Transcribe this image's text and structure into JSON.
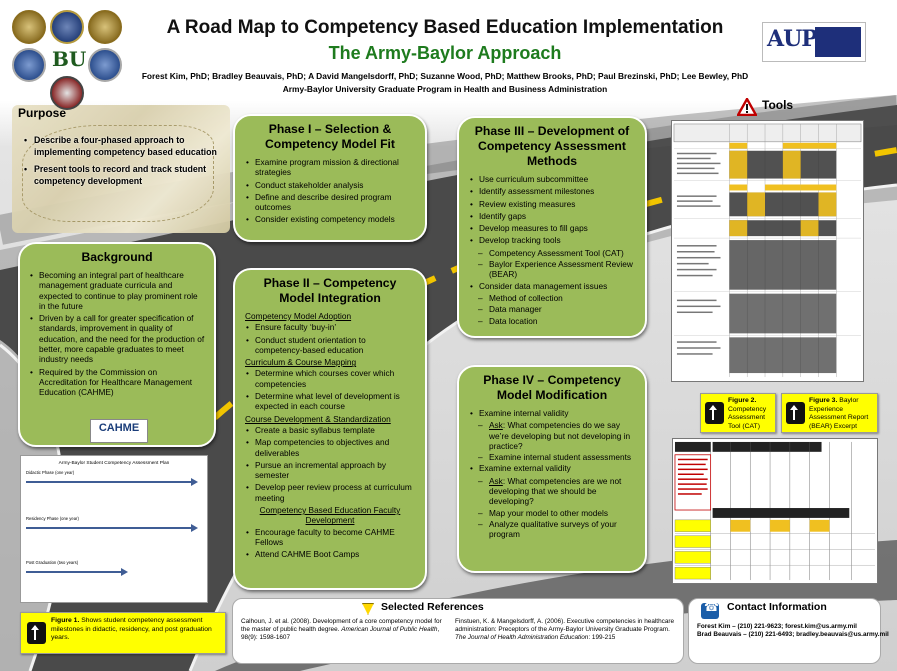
{
  "header": {
    "title": "A Road Map to Competency Based Education Implementation",
    "subtitle": "The Army-Baylor Approach",
    "authors": "Forest Kim, PhD; Bradley Beauvais, PhD; A David Mangelsdorff, PhD; Suzanne Wood, PhD; Matthew Brooks, PhD; Paul Brezinski, PhD; Lee Bewley, PhD",
    "program": "Army-Baylor University Graduate Program in Health and Business Administration",
    "aupha_logo": "AUPHA"
  },
  "purpose": {
    "title": "Purpose",
    "items": [
      "Describe a four-phased approach to implementing competency based education",
      "Present tools to record and track student competency development"
    ]
  },
  "background": {
    "title": "Background",
    "items": [
      "Becoming an integral part of healthcare management graduate curricula and expected to continue to play prominent role in the future",
      "Driven by a call for greater specification of standards, improvement in quality of education, and the need for the production of better, more capable graduates to meet industry needs",
      "Required by the Commission on Accreditation for Healthcare Management Education (CAHME)"
    ],
    "logo": "CAHME"
  },
  "phase1": {
    "title": "Phase I – Selection & Competency Model Fit",
    "items": [
      "Examine program mission & directional strategies",
      "Conduct stakeholder analysis",
      "Define and describe desired program outcomes",
      "Consider existing competency models"
    ]
  },
  "phase2": {
    "title": "Phase II – Competency Model Integration",
    "sections": [
      {
        "heading": "Competency Model Adoption",
        "items": [
          "Ensure faculty ‘buy-in’",
          "Conduct student orientation to competency-based education"
        ]
      },
      {
        "heading": "Curriculum & Course Mapping",
        "items": [
          "Determine which courses cover which competencies",
          "Determine what level of development is expected in each course"
        ]
      },
      {
        "heading": "Course Development & Standardization",
        "items": [
          "Create a basic syllabus template",
          "Map competencies to objectives and deliverables",
          "Pursue an incremental approach by semester",
          "Develop peer review process at curriculum meeting"
        ]
      },
      {
        "heading": "Competency Based Education Faculty Development",
        "items": [
          "Encourage faculty to become CAHME Fellows",
          "Attend CAHME Boot Camps"
        ]
      }
    ]
  },
  "phase3": {
    "title": "Phase III – Development of Competency Assessment Methods",
    "items": [
      "Use curriculum subcommittee",
      "Identify assessment milestones",
      "Review existing measures",
      "Identify gaps",
      "Develop measures to fill gaps",
      "Develop tracking tools"
    ],
    "tools_sub": [
      "Competency Assessment Tool (CAT)",
      "Baylor Experience Assessment Review (BEAR)"
    ],
    "data_item": "Consider data management issues",
    "data_sub": [
      "Method of collection",
      "Data manager",
      "Data location"
    ]
  },
  "phase4": {
    "title": "Phase IV – Competency Model Modification",
    "item1": "Examine internal validity",
    "ask_label": "Ask",
    "ask1": ": What competencies do we say we’re developing but not developing in practice?",
    "sub1b": "Examine internal student assessments",
    "item2": "Examine external validity",
    "ask2": ": What competencies are we not developing that we should be developing?",
    "sub2b": "Map your model to other models",
    "sub2c": "Analyze qualitative surveys of your program"
  },
  "figure1": {
    "image_title": "Army-Baylor Student Competency Assessment Plan",
    "rows": [
      "Didactic Phase (one year)",
      "Residency Phase (one year)",
      "Post Graduation (two years)"
    ],
    "label": "Figure 1.",
    "caption": " Shows student competency assessment milestones in didactic, residency, and post graduation years."
  },
  "tools": {
    "title": "Tools",
    "figure2_label": "Figure 2.",
    "figure2_caption": "Competency Assessment Tool (CAT)",
    "figure3_label": "Figure 3.",
    "figure3_caption": "Baylor Experience Assessment Report (BEAR) Excerpt"
  },
  "references": {
    "title": "Selected References",
    "ref1_authors": "Calhoun, J. et al. (2008). Development of a core competency model for the master of public health degree. ",
    "ref1_journal": "American Journal of Public Health",
    "ref1_tail": ", 98(9): 1598-1607",
    "ref2_authors": "Finstuen, K. & Mangelsdorff, A. (2006). Executive competencies in healthcare administration: Preceptors of the Army-Baylor University Graduate Program. ",
    "ref2_journal": "The Journal of Health Administration Education",
    "ref2_tail": ": 199-215"
  },
  "contact": {
    "title": "Contact Information",
    "line1": "Forest Kim – (210) 221-9623; forest.kim@us.army.mil",
    "line2": "Brad Beauvais – (210) 221-6493; bradley.beauvais@us.army.mil"
  },
  "colors": {
    "box_green": "#9bbb59",
    "subtitle_green": "#1e7b1e",
    "caption_yellow": "#ffff00",
    "road_asphalt": "#4a4a4a",
    "road_line": "#f2c500"
  }
}
